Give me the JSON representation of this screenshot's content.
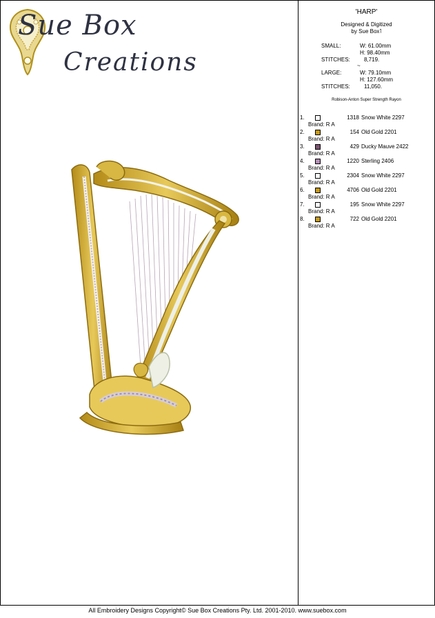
{
  "logo": {
    "line1": "Sue Box",
    "line2": "Creations"
  },
  "design": {
    "title": "'HARP'",
    "designed_by": "Designed & Digitized",
    "by": "by Sue Box˥"
  },
  "sizes": {
    "small_label": "SMALL:",
    "small_w": "W:   61.00mm",
    "small_h": "H:   98.40mm",
    "small_stitches_label": "STITCHES:",
    "small_stitches": "8,719.",
    "tilde": "~",
    "large_label": "LARGE:",
    "large_w": "W:   79.10mm",
    "large_h": "H:   127.60mm",
    "large_stitches_label": "STITCHES:",
    "large_stitches": "11,050."
  },
  "thread_brand": "Robison-Anton Super Strength Rayon",
  "threads": [
    {
      "num": "1.",
      "code": "1318",
      "name": "Snow White 2297",
      "brand": "Brand: R A",
      "color": "#ffffff"
    },
    {
      "num": "2.",
      "code": "154",
      "name": "Old Gold 2201",
      "brand": "Brand: R A",
      "color": "#c49a1c"
    },
    {
      "num": "3.",
      "code": "429",
      "name": "Ducky Mauve 2422",
      "brand": "Brand: R A",
      "color": "#7b5470"
    },
    {
      "num": "4.",
      "code": "1220",
      "name": "Sterling 2406",
      "brand": "Brand: R A",
      "color": "#b48fb6"
    },
    {
      "num": "5.",
      "code": "2304",
      "name": "Snow White 2297",
      "brand": "Brand: R A",
      "color": "#ffffff"
    },
    {
      "num": "6.",
      "code": "4706",
      "name": "Old Gold 2201",
      "brand": "Brand: R A",
      "color": "#c49a1c"
    },
    {
      "num": "7.",
      "code": "195",
      "name": "Snow White 2297",
      "brand": "Brand: R A",
      "color": "#ffffff"
    },
    {
      "num": "8.",
      "code": "722",
      "name": "Old Gold 2201",
      "brand": "Brand: R A",
      "color": "#c49a1c"
    }
  ],
  "footer": "All Embroidery Designs Copyright© Sue Box Creations Pty. Ltd. 2001-2010. www.suebox.com",
  "colors": {
    "gold": "#c9a52a",
    "gold_dark": "#9c7a14",
    "mauve": "#7b5470",
    "ivory": "#eef0e6"
  }
}
